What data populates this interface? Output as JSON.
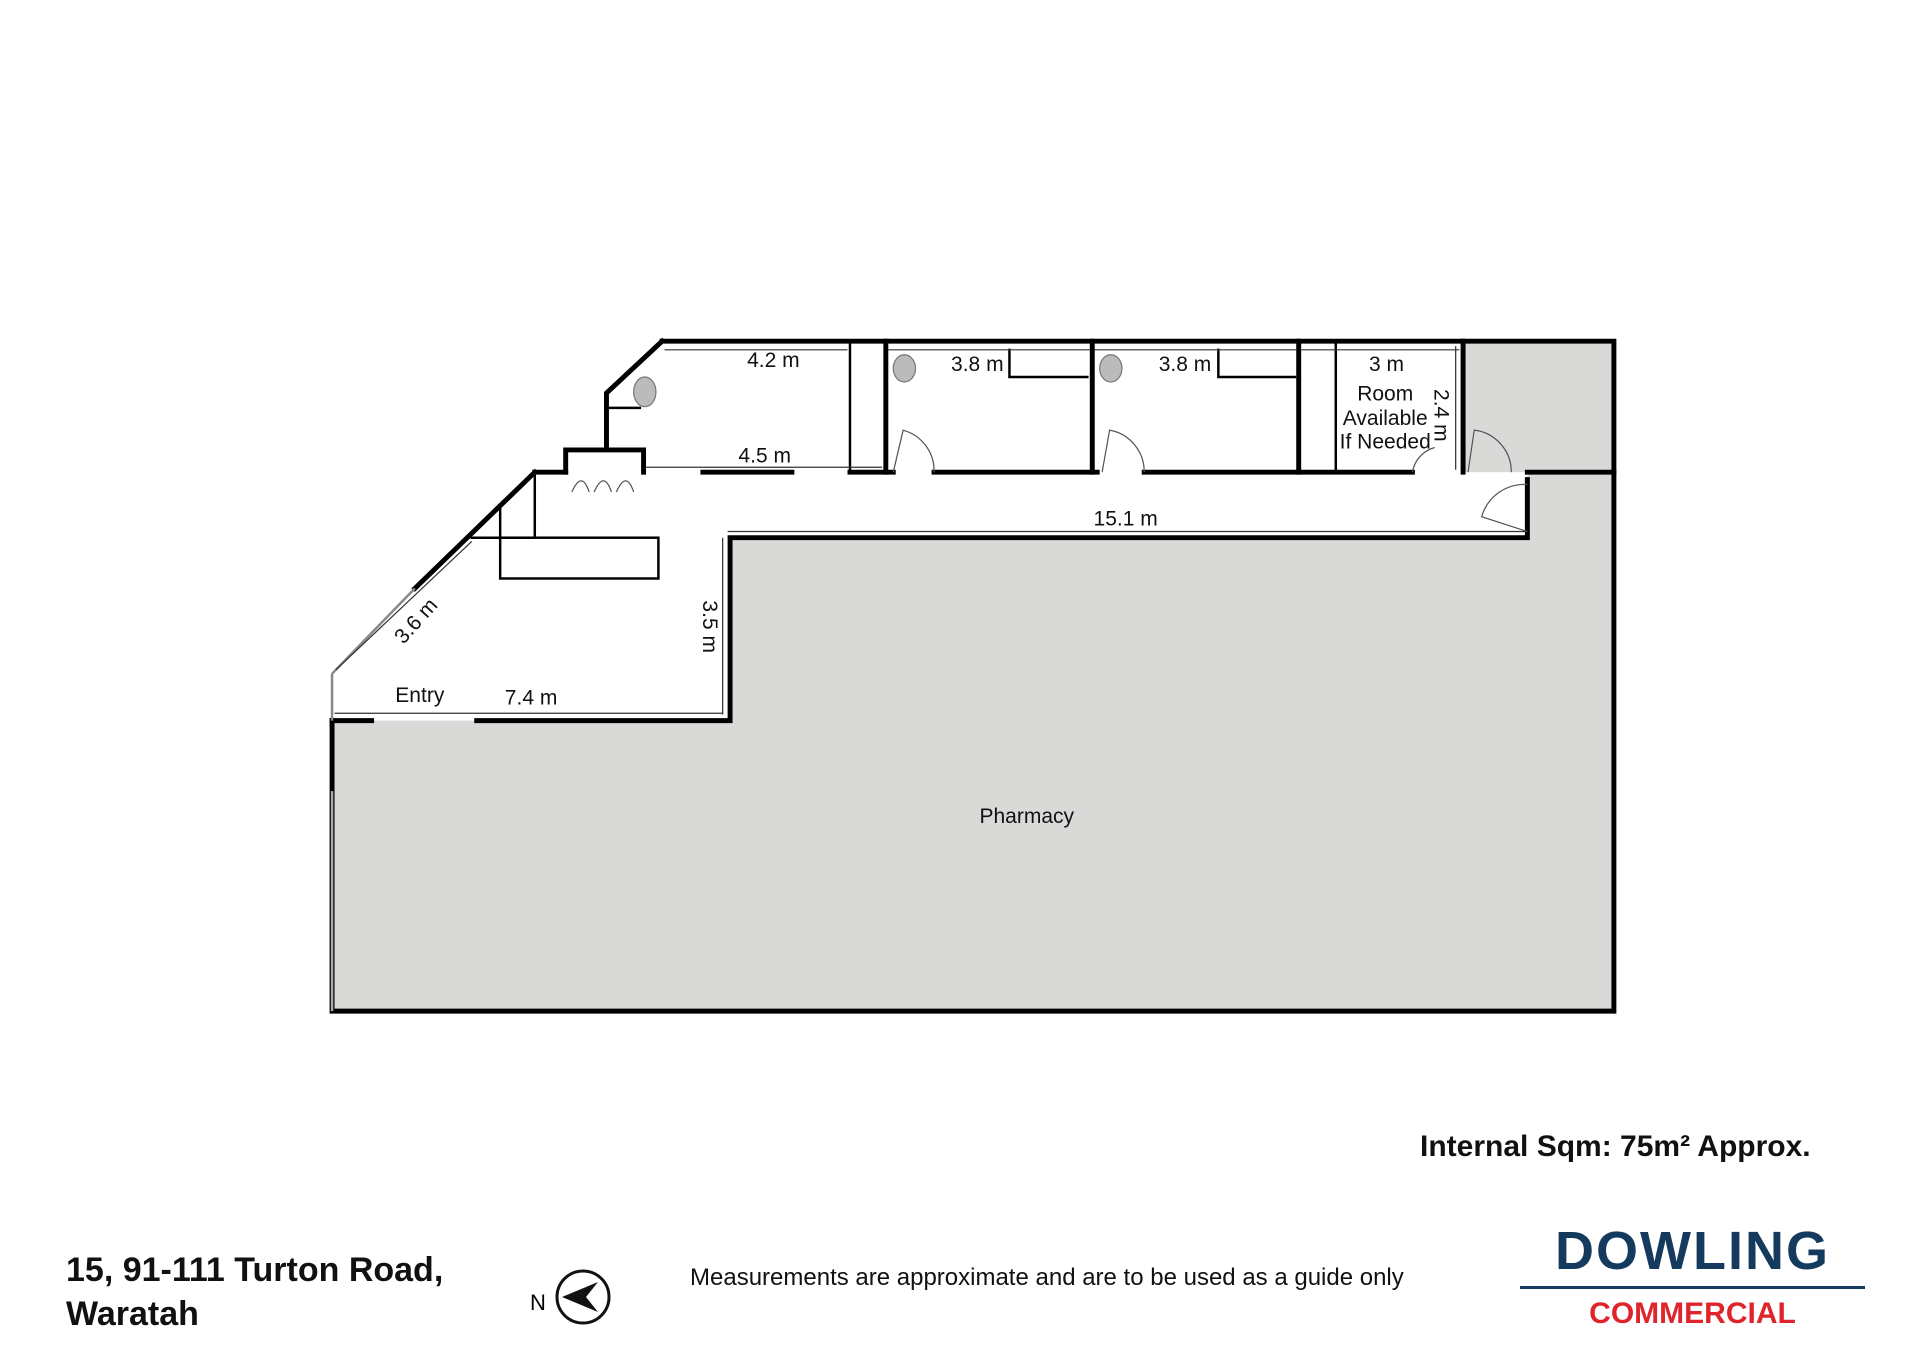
{
  "plan": {
    "rooms": {
      "pharmacy": "Pharmacy",
      "entry": "Entry",
      "room_available": [
        "Room",
        "Available",
        "If Needed"
      ]
    },
    "dimensions": {
      "d1": "4.2 m",
      "d2": "3.8 m",
      "d3": "3.8 m",
      "d4": "3 m",
      "d5": "2.4 m",
      "d6": "4.5 m",
      "d7": "15.1 m",
      "d8": "3.6 m",
      "d9": "3.5 m",
      "d10": "7.4 m"
    },
    "colors": {
      "wall": "#000000",
      "floor_shade": "#d9dad8"
    }
  },
  "footer": {
    "internal_area": "Internal Sqm: 75m² Approx.",
    "address_line1": "15, 91-111 Turton Road,",
    "address_line2": "Waratah",
    "north_label": "N",
    "disclaimer": "Measurements are approximate and are to be used as a guide only",
    "brand_top": "DOWLING",
    "brand_bottom": "COMMERCIAL"
  }
}
